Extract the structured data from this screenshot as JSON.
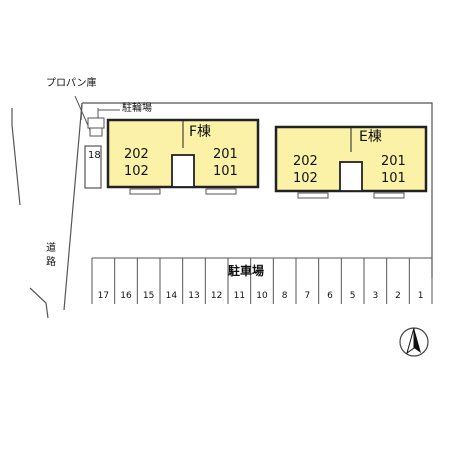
{
  "labels": {
    "propane": "プロパン庫",
    "bike": "駐輪場",
    "road_1": "道",
    "road_2": "路",
    "parking_title": "駐車場",
    "storage_num": "18"
  },
  "buildings": {
    "f": {
      "name": "F棟",
      "left_upper": "202",
      "left_lower": "102",
      "right_upper": "201",
      "right_lower": "101"
    },
    "e": {
      "name": "E棟",
      "left_upper": "202",
      "left_lower": "102",
      "right_upper": "201",
      "right_lower": "101"
    }
  },
  "parking": [
    "17",
    "16",
    "15",
    "14",
    "13",
    "12",
    "11",
    "10",
    "8",
    "7",
    "6",
    "5",
    "3",
    "2",
    "1"
  ],
  "colors": {
    "building_fill": "#fbf2a8",
    "outline": "#222222",
    "line": "#555555"
  },
  "icons": {
    "compass": "north-arrow-icon"
  }
}
